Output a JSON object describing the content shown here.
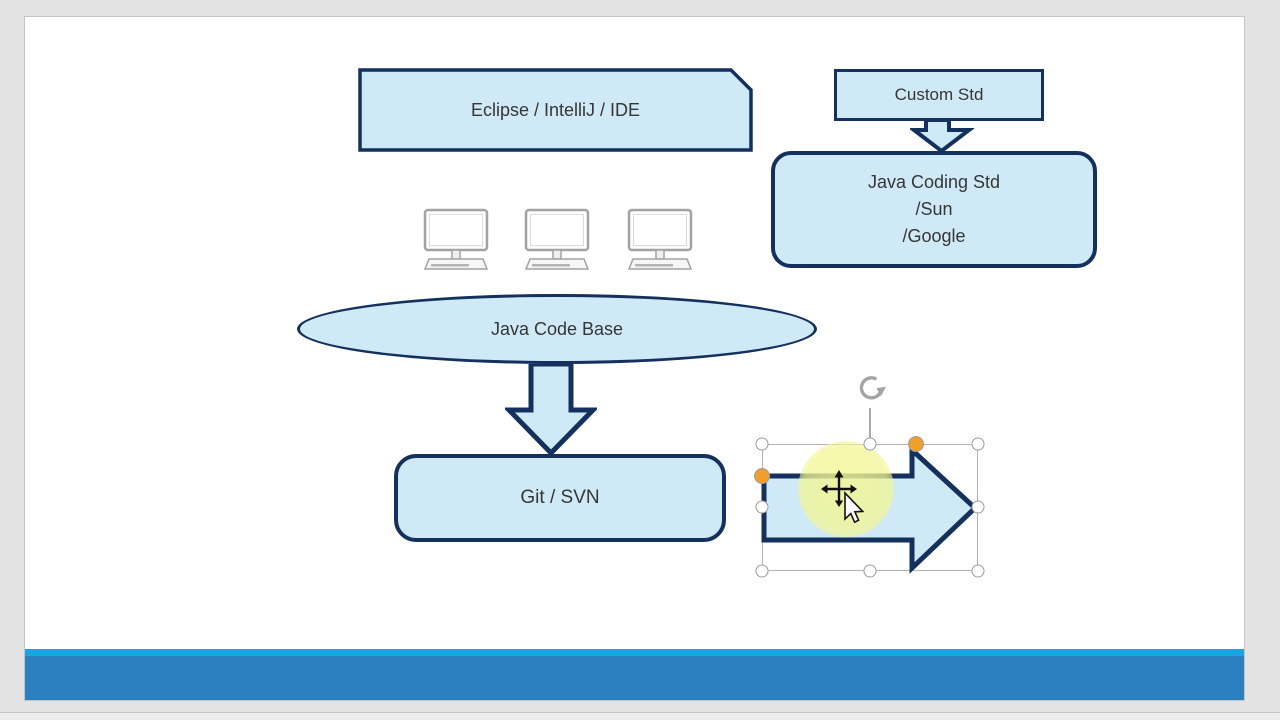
{
  "colors": {
    "background": "#e3e3e3",
    "slide": "#ffffff",
    "shape_fill": "#cfe9f7",
    "shape_border": "#14305c",
    "stripe_light": "#1ba5e0",
    "stripe_dark": "#2d80bf",
    "selection_handle_fill": "#ffffff",
    "selection_handle_border": "#9c9c9c",
    "adjustment_handle_orange": "#f09e2e",
    "highlight_yellow": "#f3f694",
    "monitor_icon_gray": "#a2a2a2"
  },
  "diagram": {
    "ide_box": {
      "label": "Eclipse / IntelliJ / IDE"
    },
    "custom_std_box": {
      "label": "Custom Std"
    },
    "java_coding_box": {
      "line1": "Java Coding Std",
      "line2": "/Sun",
      "line3": "/Google"
    },
    "code_base_ellipse": {
      "label": "Java Code Base"
    },
    "git_box": {
      "label": "Git / SVN"
    },
    "computer_icons_count": "3"
  },
  "selection": {
    "selected_shape": "right-block-arrow",
    "resize_handles": [
      "nw",
      "n",
      "ne",
      "w",
      "e",
      "sw",
      "s",
      "se"
    ],
    "adjustment_handles": [
      "arrowhead-width",
      "body-thickness"
    ],
    "rotate_handle": "rotate-cw-icon"
  },
  "cursor": {
    "type": "move-pointer"
  }
}
